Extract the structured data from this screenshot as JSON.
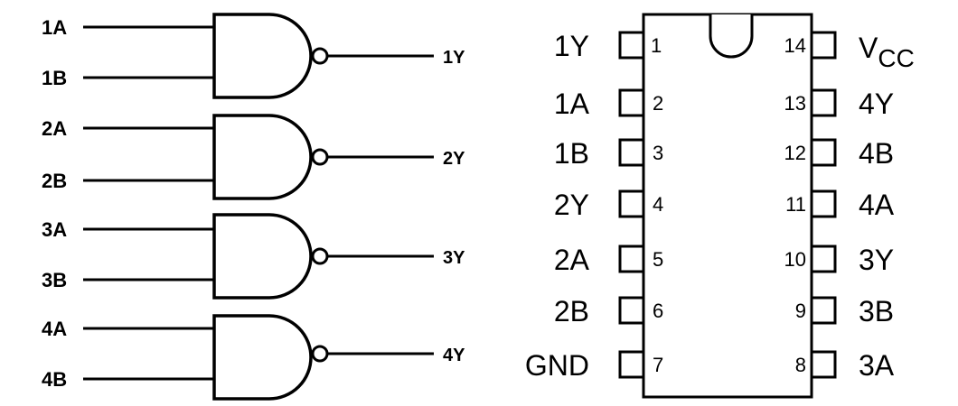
{
  "gates": [
    {
      "in_a": "1A",
      "in_b": "1B",
      "out": "1Y"
    },
    {
      "in_a": "2A",
      "in_b": "2B",
      "out": "2Y"
    },
    {
      "in_a": "3A",
      "in_b": "3B",
      "out": "3Y"
    },
    {
      "in_a": "4A",
      "in_b": "4B",
      "out": "4Y"
    }
  ],
  "chip": {
    "left_pins": [
      {
        "num": "1",
        "name": "1Y"
      },
      {
        "num": "2",
        "name": "1A"
      },
      {
        "num": "3",
        "name": "1B"
      },
      {
        "num": "4",
        "name": "2Y"
      },
      {
        "num": "5",
        "name": "2A"
      },
      {
        "num": "6",
        "name": "2B"
      },
      {
        "num": "7",
        "name": "GND"
      }
    ],
    "right_pins": [
      {
        "num": "14",
        "name": "V",
        "sub": "CC"
      },
      {
        "num": "13",
        "name": "4Y"
      },
      {
        "num": "12",
        "name": "4B"
      },
      {
        "num": "11",
        "name": "4A"
      },
      {
        "num": "10",
        "name": "3Y"
      },
      {
        "num": "9",
        "name": "3B"
      },
      {
        "num": "8",
        "name": "3A"
      }
    ]
  }
}
